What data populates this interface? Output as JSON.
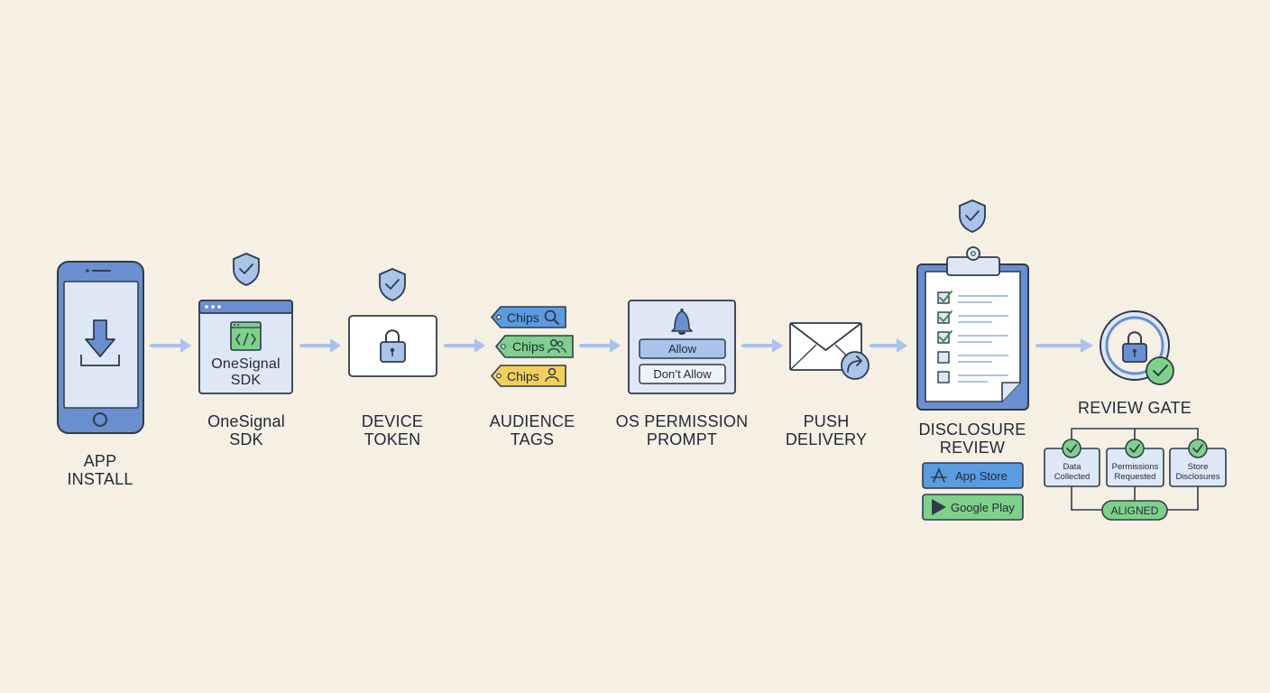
{
  "steps": {
    "app_install": "APP\nINSTALL",
    "sdk": "OneSignal\nSDK",
    "device_token": "DEVICE\nTOKEN",
    "audience_tags": "AUDIENCE\nTAGS",
    "os_permission": "OS PERMISSION\nPROMPT",
    "push_delivery": "PUSH\nDELIVERY",
    "disclosure_review": "DISCLOSURE\nREVIEW",
    "review_gate": "REVIEW GATE"
  },
  "sdk_box_label": "OneSignal\nSDK",
  "chips": [
    {
      "label": "Chips",
      "color": "#5b9be0",
      "icon": "search-icon"
    },
    {
      "label": "Chips",
      "color": "#7fd08a",
      "icon": "users-icon"
    },
    {
      "label": "Chips",
      "color": "#f2cf5b",
      "icon": "user-icon"
    }
  ],
  "permission": {
    "allow": "Allow",
    "dont_allow": "Don’t Allow"
  },
  "stores": {
    "app_store": "App Store",
    "google_play": "Google Play"
  },
  "gate": {
    "items": [
      "Data\nCollected",
      "Permissions\nRequested",
      "Store\nDisclosures"
    ],
    "status": "ALIGNED"
  },
  "colors": {
    "accent_blue": "#6a8fd0",
    "light_blue": "#dde7f6",
    "arrow": "#a9c3ea",
    "green": "#7fd08a",
    "yellow": "#f2cf5b",
    "outline": "#2f3b4a"
  }
}
